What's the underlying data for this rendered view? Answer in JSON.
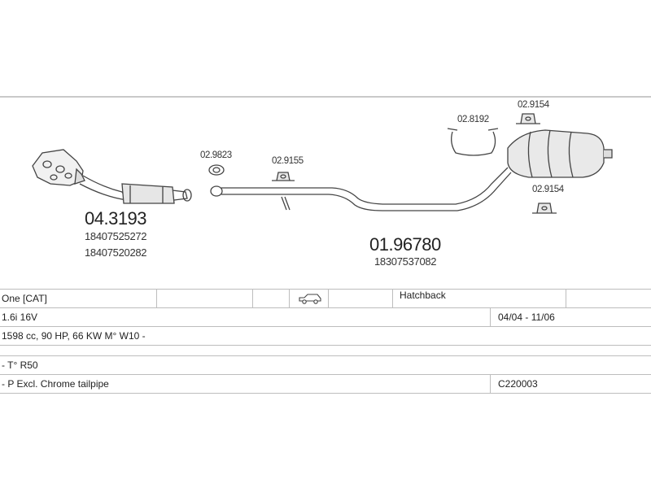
{
  "parts": {
    "manifold": {
      "code": "04.3193",
      "refs": [
        "18407525272",
        "18407520282"
      ]
    },
    "gasket": {
      "code": "02.9823"
    },
    "mount_front": {
      "code": "02.9155"
    },
    "pipe": {
      "code": "01.96780",
      "refs": [
        "18307537082"
      ]
    },
    "strap": {
      "code": "02.8192"
    },
    "mount_top": {
      "code": "02.9154"
    },
    "mount_bottom": {
      "code": "02.9154"
    }
  },
  "table": {
    "model": "One  [CAT]",
    "body": "Hatchback",
    "engine": "1.6i 16V",
    "dates": "04/04 - 11/06",
    "specs": "1598 cc, 90 HP, 66 KW M° W10 -",
    "note1": "- T° R50",
    "note2": "- P Excl. Chrome tailpipe",
    "ref": "C220003"
  },
  "icons": {
    "vehicle": "car-icon"
  },
  "colors": {
    "line": "#c9c9c9",
    "drawing": "#444444"
  }
}
